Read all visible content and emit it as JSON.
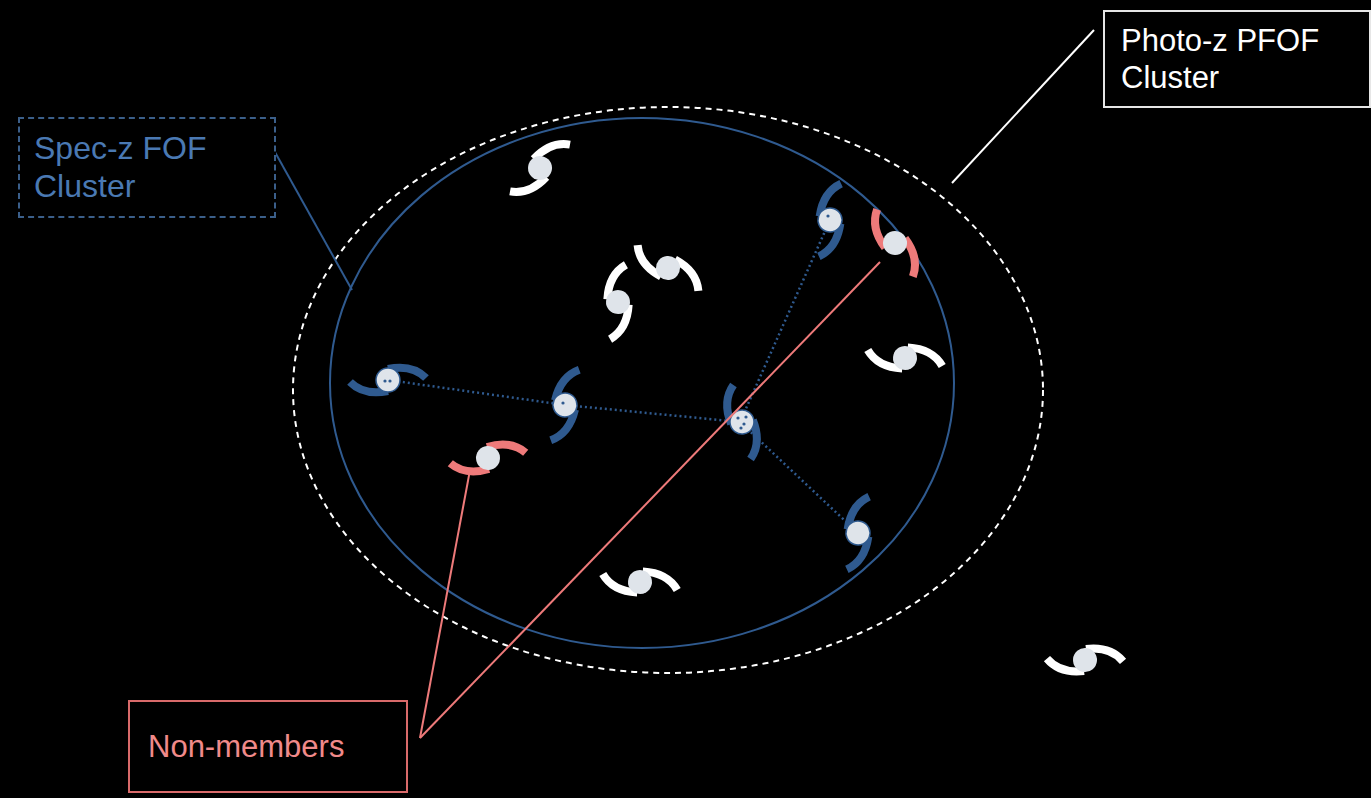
{
  "diagram": {
    "nodes": [
      {
        "text": [
          "Photo-z PFOF Cluster"
        ]
      },
      {
        "text": [
          "Spec-z FOF Cluster"
        ]
      },
      {
        "text": [
          "Non-members"
        ]
      }
    ]
  }
}
